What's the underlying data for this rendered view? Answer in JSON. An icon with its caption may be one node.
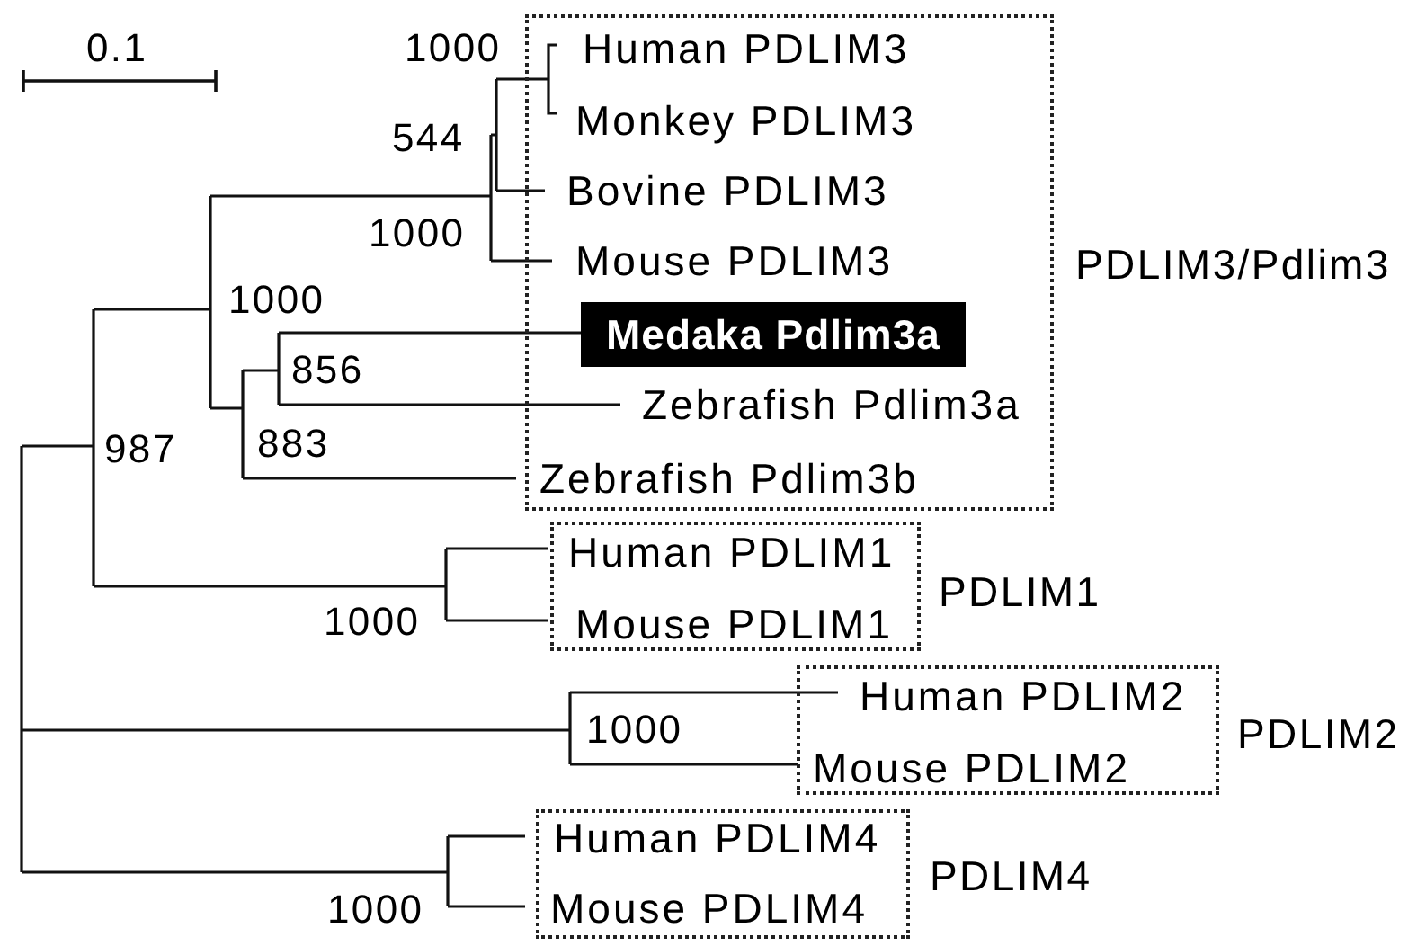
{
  "diagram": {
    "nodes": [
      {
        "text": [
          "PDLIM3/Pdlim3"
        ]
      },
      {
        "text": [
          "Human PDLIM3"
        ],
        "in": 0
      },
      {
        "text": [
          "Monkey PDLIM3"
        ],
        "in": 0
      },
      {
        "text": [
          "Bovine PDLIM3"
        ],
        "in": 0
      },
      {
        "text": [
          "Mouse PDLIM3"
        ],
        "in": 0
      },
      {
        "text": [
          "Medaka Pdlim3a"
        ],
        "in": 0
      },
      {
        "text": [
          "Zebrafish Pdlim3a"
        ],
        "in": 0
      },
      {
        "text": [
          "Zebrafish Pdlim3b"
        ],
        "in": 0
      },
      {
        "text": [
          "PDLIM1"
        ]
      },
      {
        "text": [
          "Human PDLIM1"
        ],
        "in": 8
      },
      {
        "text": [
          "Mouse PDLIM1"
        ],
        "in": 8
      },
      {
        "text": [
          "PDLIM2"
        ]
      },
      {
        "text": [
          "Human PDLIM2"
        ],
        "in": 11
      },
      {
        "text": [
          "Mouse PDLIM2"
        ],
        "in": 11
      },
      {
        "text": [
          "PDLIM4"
        ]
      },
      {
        "text": [
          "Human PDLIM4"
        ],
        "in": 14
      },
      {
        "text": [
          "Mouse PDLIM4"
        ],
        "in": 14
      }
    ],
    "edges": [],
    "labels": [
      "0.1",
      "1000",
      "544",
      "1000",
      "1000",
      "856",
      "883",
      "987",
      "1000",
      "1000",
      "1000"
    ]
  }
}
